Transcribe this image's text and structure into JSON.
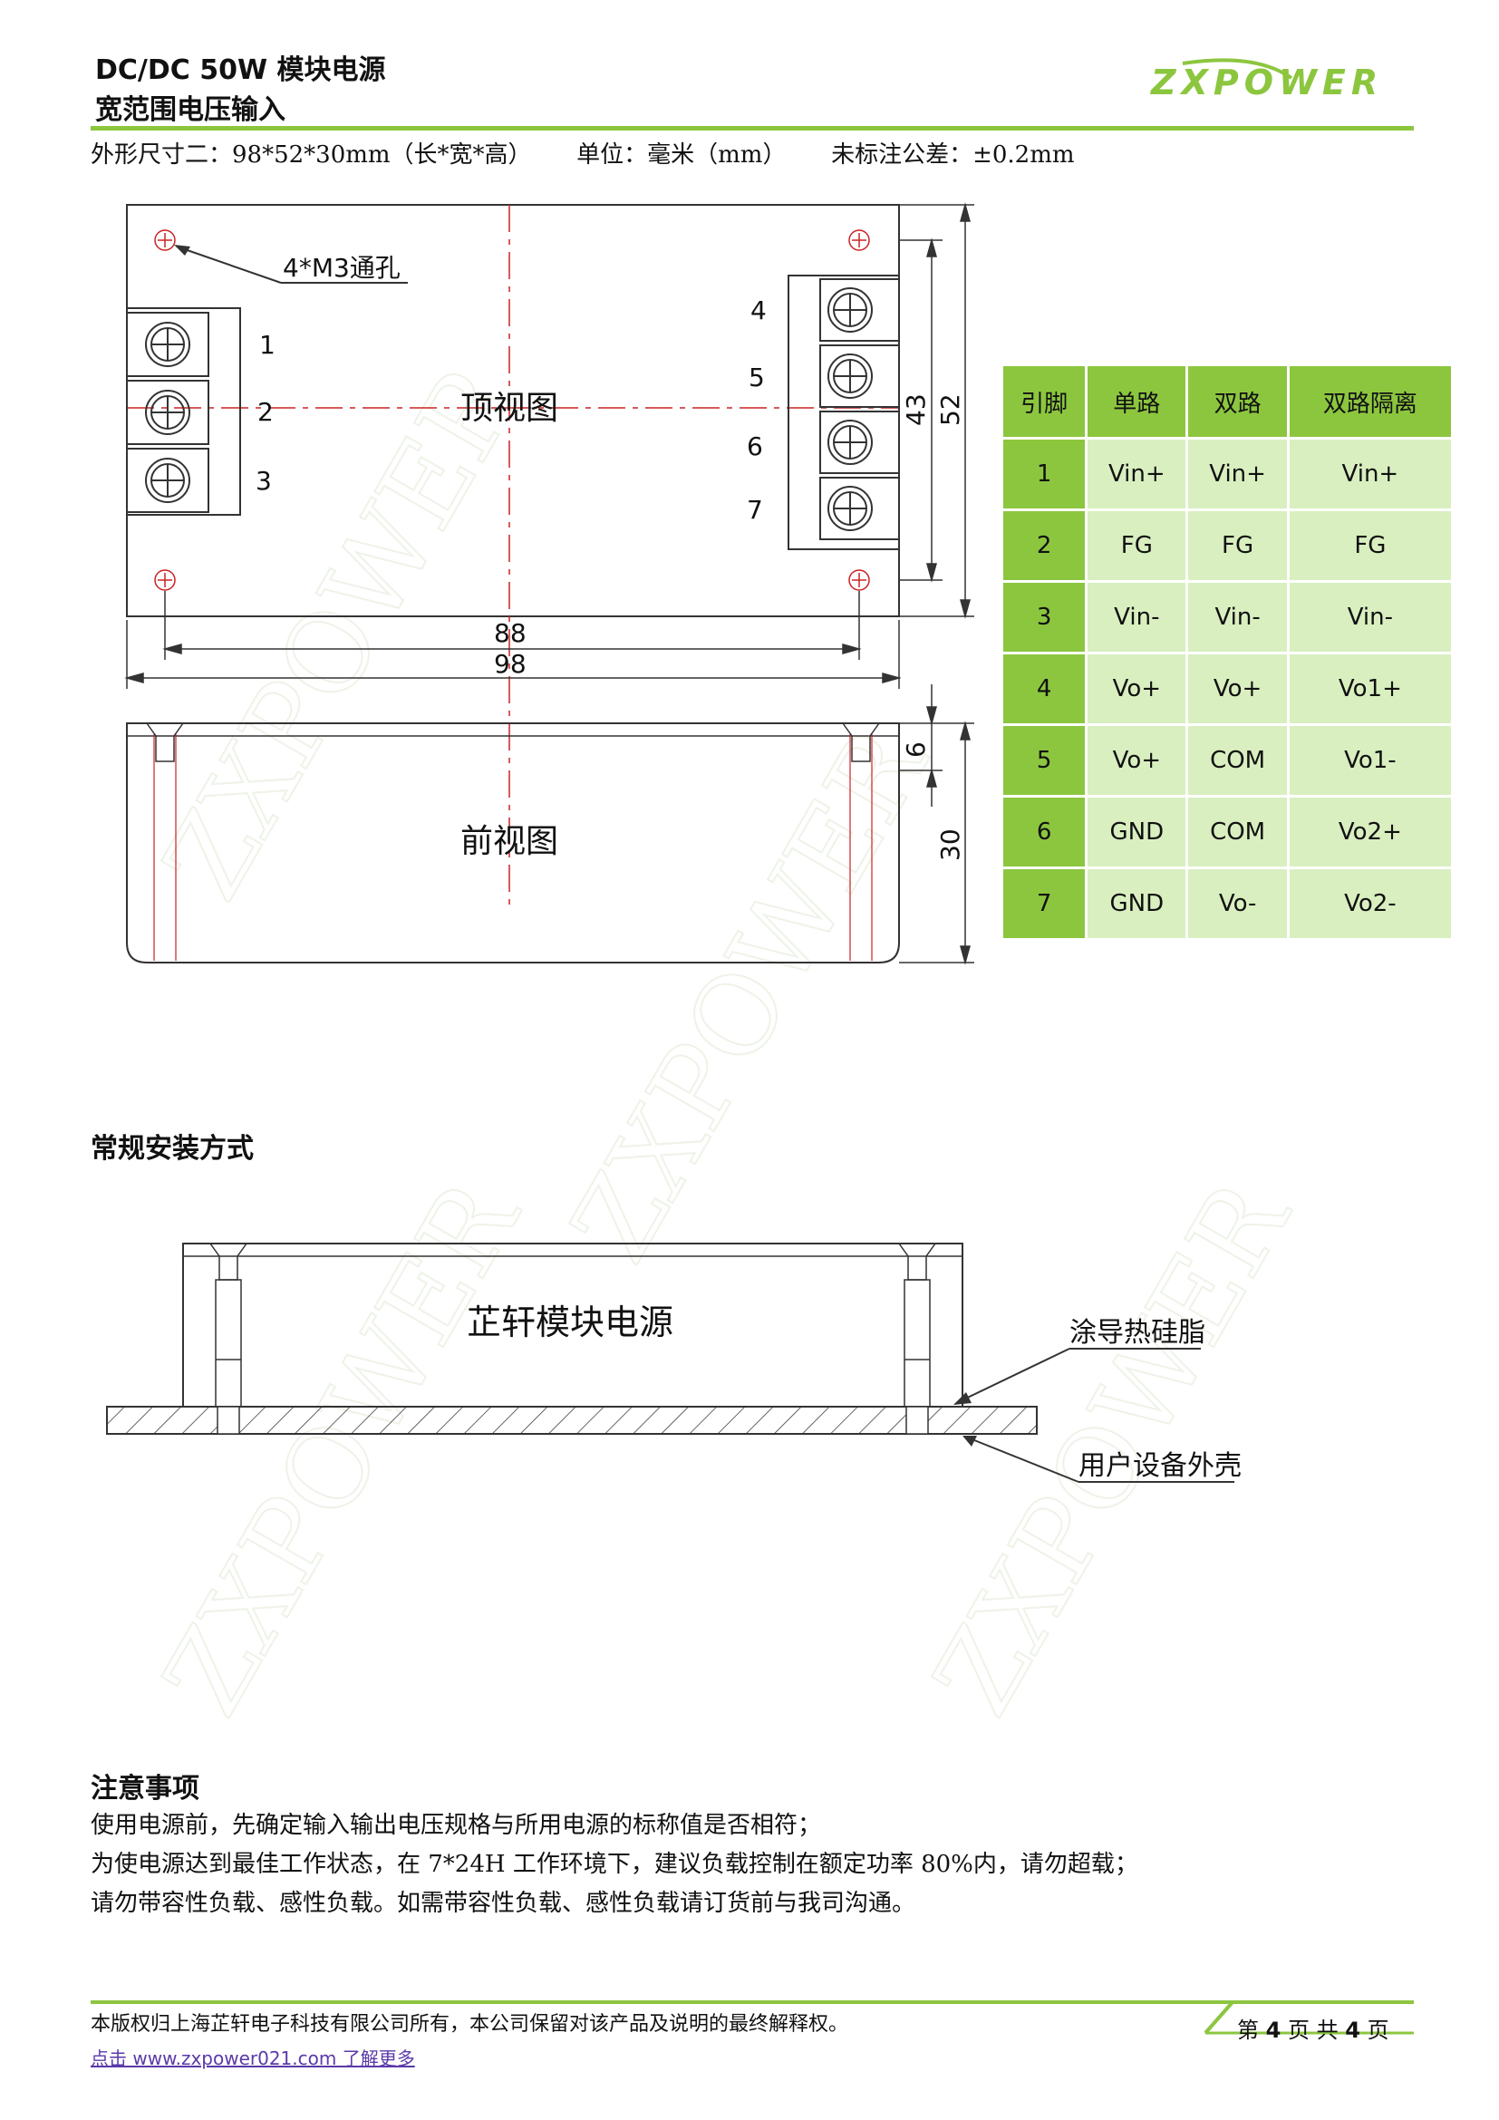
{
  "header": {
    "title_line1": "DC/DC 50W  模块电源",
    "title_line2": "宽范围电压输入",
    "logo_text": "ZXPOWER"
  },
  "spec": {
    "size": "外形尺寸二：98*52*30mm（长*宽*高）",
    "unit": "单位：毫米（mm）",
    "tolerance": "未标注公差：±0.2mm"
  },
  "drawing": {
    "hole_label": "4*M3通孔",
    "top_view_label": "顶视图",
    "front_view_label": "前视图",
    "left_pins": [
      "1",
      "2",
      "3"
    ],
    "right_pins": [
      "4",
      "5",
      "6",
      "7"
    ],
    "dim_88": "88",
    "dim_98": "98",
    "dim_43": "43",
    "dim_52": "52",
    "dim_6": "6",
    "dim_30": "30"
  },
  "pin_table": {
    "headers": [
      "引脚",
      "单路",
      "双路",
      "双路隔离"
    ],
    "rows": [
      [
        "1",
        "Vin+",
        "Vin+",
        "Vin+"
      ],
      [
        "2",
        "FG",
        "FG",
        "FG"
      ],
      [
        "3",
        "Vin-",
        "Vin-",
        "Vin-"
      ],
      [
        "4",
        "Vo+",
        "Vo+",
        "Vo1+"
      ],
      [
        "5",
        "Vo+",
        "COM",
        "Vo1-"
      ],
      [
        "6",
        "GND",
        "COM",
        "Vo2+"
      ],
      [
        "7",
        "GND",
        "Vo-",
        "Vo2-"
      ]
    ]
  },
  "install": {
    "title": "常规安装方式",
    "module_label": "芷轩模块电源",
    "grease_label": "涂导热硅脂",
    "housing_label": "用户设备外壳"
  },
  "notes": {
    "title": "注意事项",
    "lines": [
      "使用电源前，先确定输入输出电压规格与所用电源的标称值是否相符；",
      "为使电源达到最佳工作状态，在 7*24H 工作环境下，建议负载控制在额定功率 80%内，请勿超载；",
      "请勿带容性负载、感性负载。如需带容性负载、感性负载请订货前与我司沟通。"
    ]
  },
  "footer": {
    "copyright": "本版权归上海芷轩电子科技有限公司所有，本公司保留对该产品及说明的最终解释权。",
    "link": "点击 www.zxpower021.com 了解更多",
    "page_prefix": "第",
    "page_current": "4",
    "page_mid": "页 共",
    "page_total": "4",
    "page_suffix": "页"
  },
  "colors": {
    "brand_green": "#8cc63f",
    "table_light": "#d9efc0",
    "center_line": "#cc2222"
  }
}
